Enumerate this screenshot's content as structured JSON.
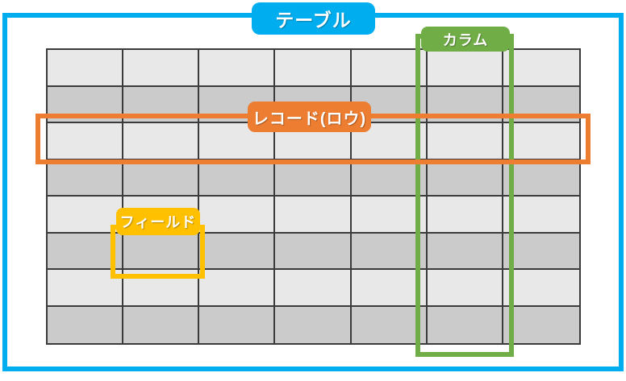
{
  "diagram": {
    "description": "Database table concept diagram",
    "labels": {
      "table": "テーブル",
      "column": "カラム",
      "record": "レコード(ロウ)",
      "field": "フィールド"
    }
  },
  "table": {
    "columns": 7,
    "rows": 8,
    "highlighted_column_index": 6,
    "highlighted_record_row_index": 3,
    "highlighted_field_cell": {
      "row": 6,
      "column": 2
    }
  },
  "colors": {
    "brand_blue": "#00AEEF",
    "accent_green": "#70AD47",
    "accent_orange": "#ED7D31",
    "accent_gold": "#FFC000",
    "row_light": "#E8E8E8",
    "row_dark": "#CBCBCB",
    "grid_line": "#3B3B3B",
    "label_text": "#FFFFFF"
  }
}
